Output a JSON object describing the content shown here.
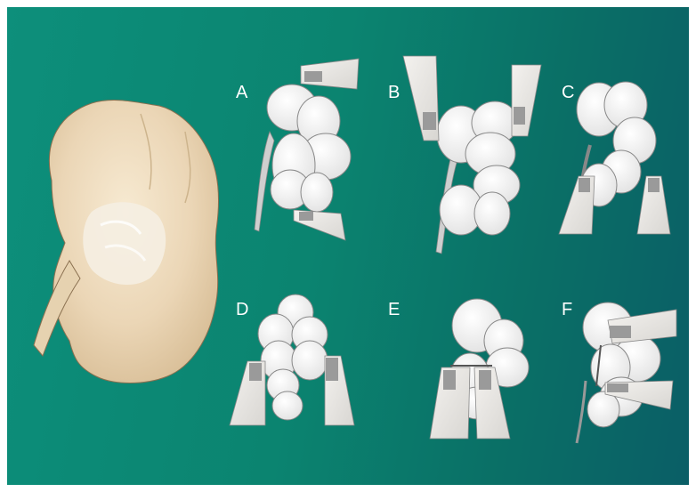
{
  "figure": {
    "background_color": "#0b8470",
    "panels": [
      {
        "id": "A",
        "label": "A",
        "icon": "kidney-sketch-with-wedges"
      },
      {
        "id": "B",
        "label": "B",
        "icon": "kidney-sketch-with-wedges"
      },
      {
        "id": "C",
        "label": "C",
        "icon": "kidney-sketch-with-wedges"
      },
      {
        "id": "D",
        "label": "D",
        "icon": "kidney-sketch-with-wedges"
      },
      {
        "id": "E",
        "label": "E",
        "icon": "kidney-sketch-with-wedges"
      },
      {
        "id": "F",
        "label": "F",
        "icon": "kidney-sketch-with-wedges"
      }
    ],
    "photo": {
      "icon": "kidney-photo",
      "color": "#e9d6b4"
    }
  }
}
